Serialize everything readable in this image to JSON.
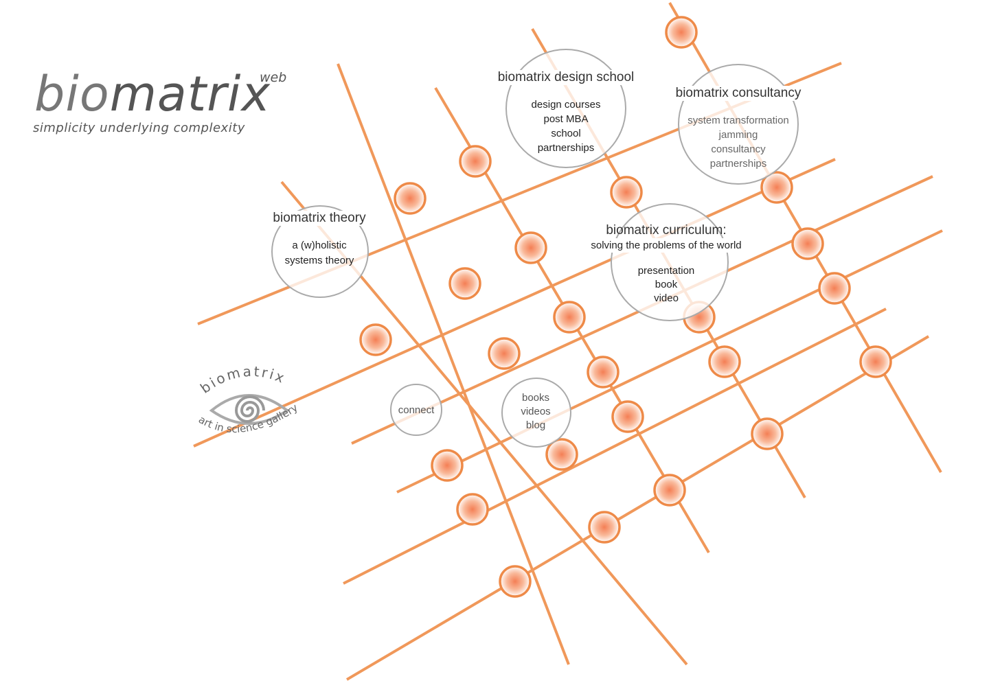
{
  "brand": {
    "bio": "bio",
    "matrix": "matrix",
    "web": "web",
    "tagline": "simplicity underlying complexity"
  },
  "hubs": {
    "design_school": {
      "title": "biomatrix design school",
      "items": [
        "design courses",
        "post MBA",
        "school",
        "partnerships"
      ]
    },
    "consultancy": {
      "title": "biomatrix consultancy",
      "items": [
        "system transformation",
        "jamming",
        "consultancy",
        "partnerships"
      ]
    },
    "theory": {
      "title": "biomatrix theory",
      "items": [
        "a (w)holistic",
        "systems theory"
      ]
    },
    "curriculum": {
      "title": "biomatrix curriculum:",
      "subtitle": "solving the problems of the world",
      "items": [
        "presentation",
        "book",
        "video"
      ]
    },
    "connect": {
      "label": "connect"
    },
    "media": {
      "items": [
        "books",
        "videos",
        "blog"
      ]
    }
  },
  "gallery": {
    "name": "biomatrix",
    "caption": "art in science gallery"
  },
  "colors": {
    "line": "#f0985a",
    "node_ring": "#ee8a48",
    "node_center": "#f47f55",
    "circle_border": "#aaaaaa"
  }
}
